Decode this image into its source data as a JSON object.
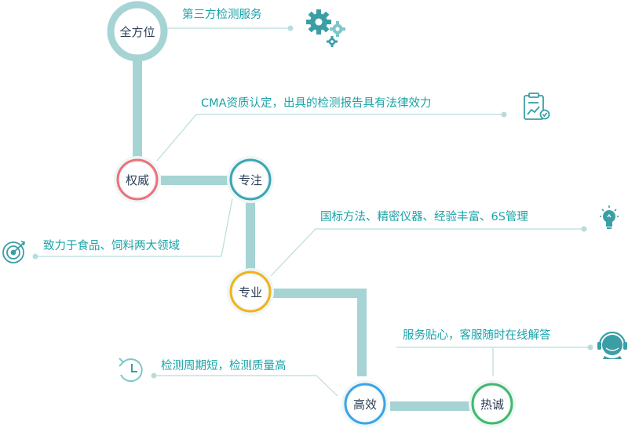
{
  "nodes": {
    "n1": {
      "label": "全方位",
      "color": "#9fd0d0"
    },
    "n2": {
      "label": "权威",
      "color": "#ef6f7a"
    },
    "n3": {
      "label": "专注",
      "color": "#3aa5b3"
    },
    "n4": {
      "label": "专业",
      "color": "#f2b21a"
    },
    "n5": {
      "label": "高效",
      "color": "#3aa4e8"
    },
    "n6": {
      "label": "热诚",
      "color": "#3fb96c"
    }
  },
  "descriptions": {
    "d1": "第三方检测服务",
    "d2": "CMA资质认定，出具的检测报告具有法律效力",
    "d3": "致力于食品、饲料两大领域",
    "d4": "国标方法、精密仪器、经验丰富、6S管理",
    "d5": "检测周期短，检测质量高",
    "d6": "服务贴心，客服随时在线解答"
  },
  "colors": {
    "connector": "#9fd0d0",
    "callout_line": "#b9dcdc",
    "text_accent": "#1aa3a8",
    "icon": "#3a9ea5"
  },
  "icons": [
    "gears-icon",
    "report-icon",
    "target-icon",
    "lightbulb-icon",
    "clock-icon",
    "headset-icon"
  ]
}
